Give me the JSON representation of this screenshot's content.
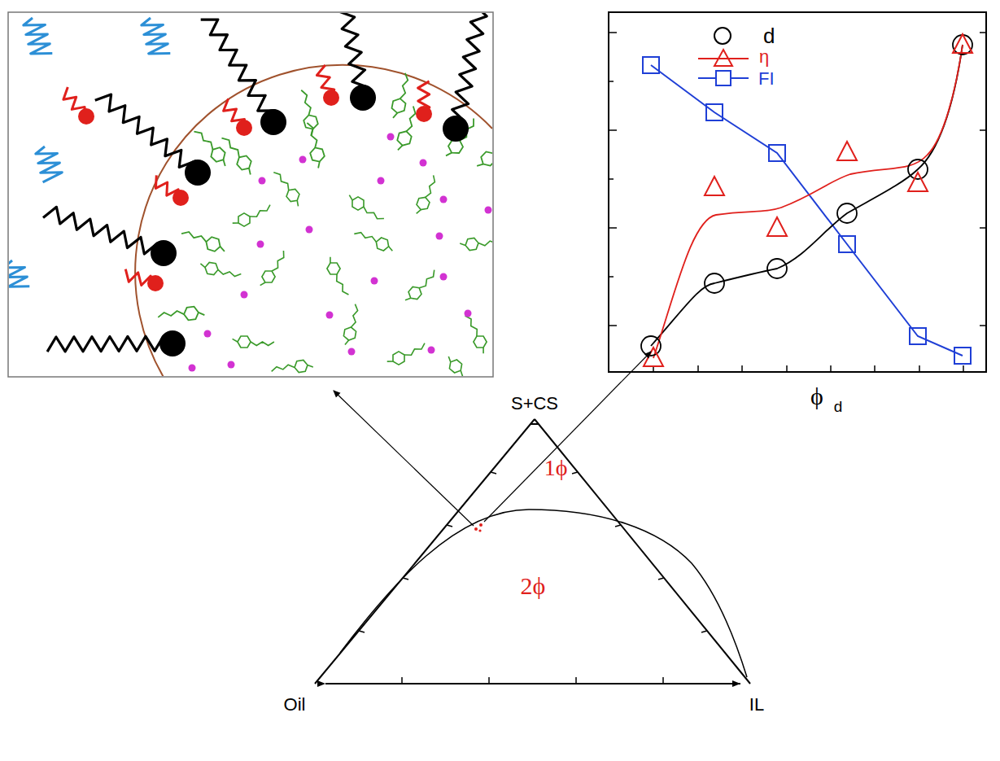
{
  "diagram": {
    "labels": [
      "S+CS",
      "1ϕ",
      "2ϕ",
      "Oil",
      "IL",
      "ϕ",
      "d"
    ],
    "legend": [
      {
        "text": "d"
      },
      {
        "text": "η"
      },
      {
        "text": "FI"
      }
    ]
  }
}
